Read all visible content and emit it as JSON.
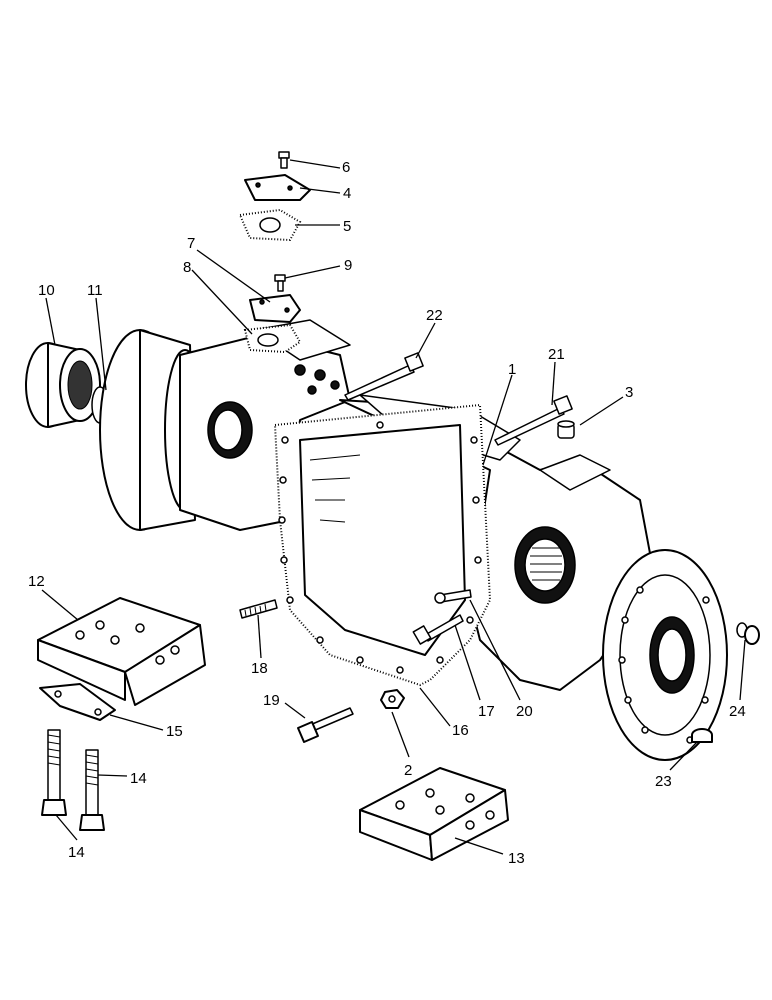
{
  "callouts": [
    {
      "id": "c1",
      "text": "1"
    },
    {
      "id": "c2",
      "text": "2"
    },
    {
      "id": "c3",
      "text": "3"
    },
    {
      "id": "c4",
      "text": "4"
    },
    {
      "id": "c5",
      "text": "5"
    },
    {
      "id": "c6",
      "text": "6"
    },
    {
      "id": "c7",
      "text": "7"
    },
    {
      "id": "c8",
      "text": "8"
    },
    {
      "id": "c9",
      "text": "9"
    },
    {
      "id": "c10",
      "text": "10"
    },
    {
      "id": "c11",
      "text": "11"
    },
    {
      "id": "c12",
      "text": "12"
    },
    {
      "id": "c13",
      "text": "13"
    },
    {
      "id": "c14a",
      "text": "14"
    },
    {
      "id": "c14b",
      "text": "14"
    },
    {
      "id": "c15",
      "text": "15"
    },
    {
      "id": "c16",
      "text": "16"
    },
    {
      "id": "c17",
      "text": "17"
    },
    {
      "id": "c18",
      "text": "18"
    },
    {
      "id": "c19",
      "text": "19"
    },
    {
      "id": "c20",
      "text": "20"
    },
    {
      "id": "c21",
      "text": "21"
    },
    {
      "id": "c22",
      "text": "22"
    },
    {
      "id": "c23",
      "text": "23"
    },
    {
      "id": "c24",
      "text": "24"
    }
  ]
}
